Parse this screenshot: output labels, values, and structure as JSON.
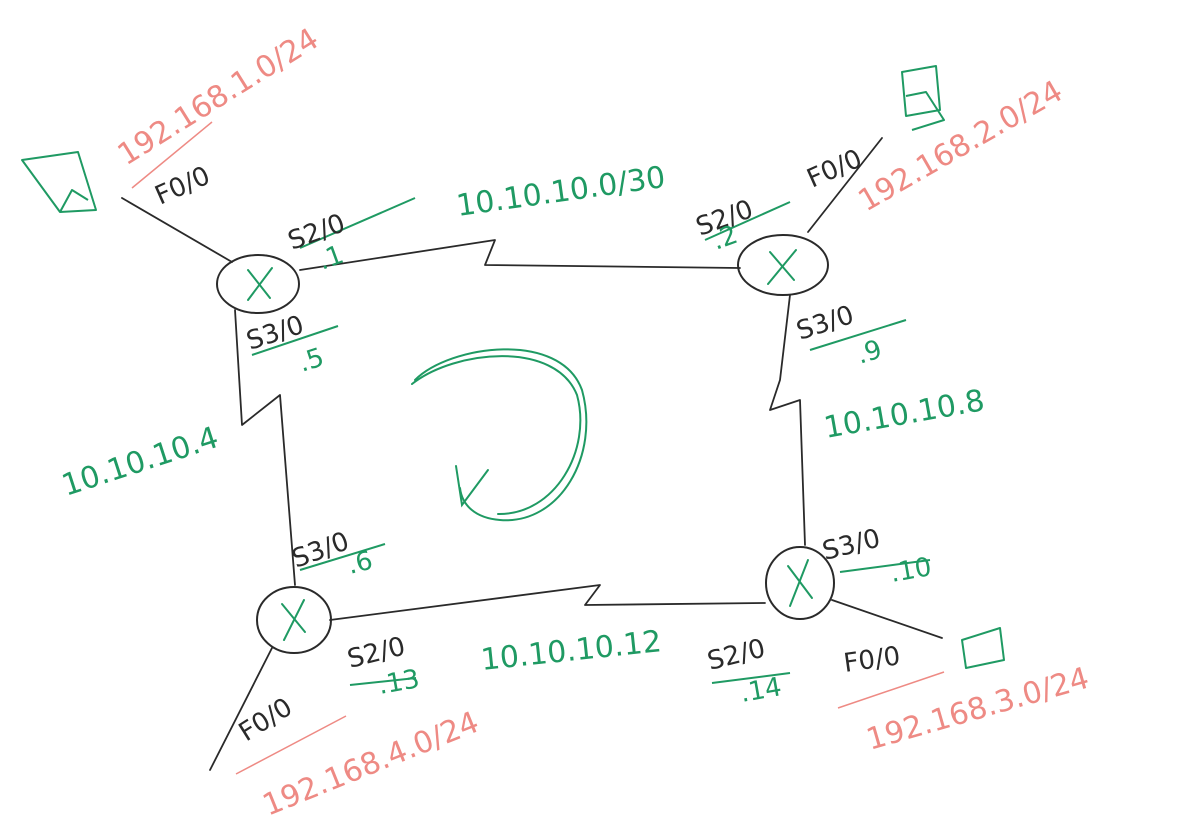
{
  "colors": {
    "ink_black": "#2a2a2a",
    "ink_green": "#1f9a63",
    "ink_red": "#ee8a84",
    "background": "#ffffff"
  },
  "routers": [
    {
      "id": "top-left",
      "icon": "router-icon"
    },
    {
      "id": "top-right",
      "icon": "router-icon"
    },
    {
      "id": "bottom-left",
      "icon": "router-icon"
    },
    {
      "id": "bottom-right",
      "icon": "router-icon"
    }
  ],
  "lan_icons": [
    {
      "id": "top-left",
      "icon": "pc-icon"
    },
    {
      "id": "top-right",
      "icon": "pc-icon"
    },
    {
      "id": "bottom-right",
      "icon": "pc-icon"
    }
  ],
  "links": {
    "top": "10.10.10.0/30",
    "right": "10.10.10.8",
    "bottom": "10.10.10.12",
    "left": "10.10.10.4"
  },
  "lans": {
    "top_left": "192.168.1.0/24",
    "top_right": "192.168.2.0/24",
    "bottom_right": "192.168.3.0/24",
    "bottom_left": "192.168.4.0/24"
  },
  "interfaces": {
    "tl_fa": "F0/0",
    "tl_s20": "S2/0",
    "tl_s20_ip": ".1",
    "tl_s30": "S3/0",
    "tl_s30_ip": ".5",
    "tr_fa": "F0/0",
    "tr_s20": "S2/0",
    "tr_s20_ip": ".2",
    "tr_s30": "S3/0",
    "tr_s30_ip": ".9",
    "br_s30": "S3/0",
    "br_s30_ip": ".10",
    "br_s20": "S2/0",
    "br_s20_ip": ".14",
    "br_fa": "F0/0",
    "bl_s30": "S3/0",
    "bl_s30_ip": ".6",
    "bl_s20": "S2/0",
    "bl_s20_ip": ".13",
    "bl_fa": "F0/0"
  }
}
